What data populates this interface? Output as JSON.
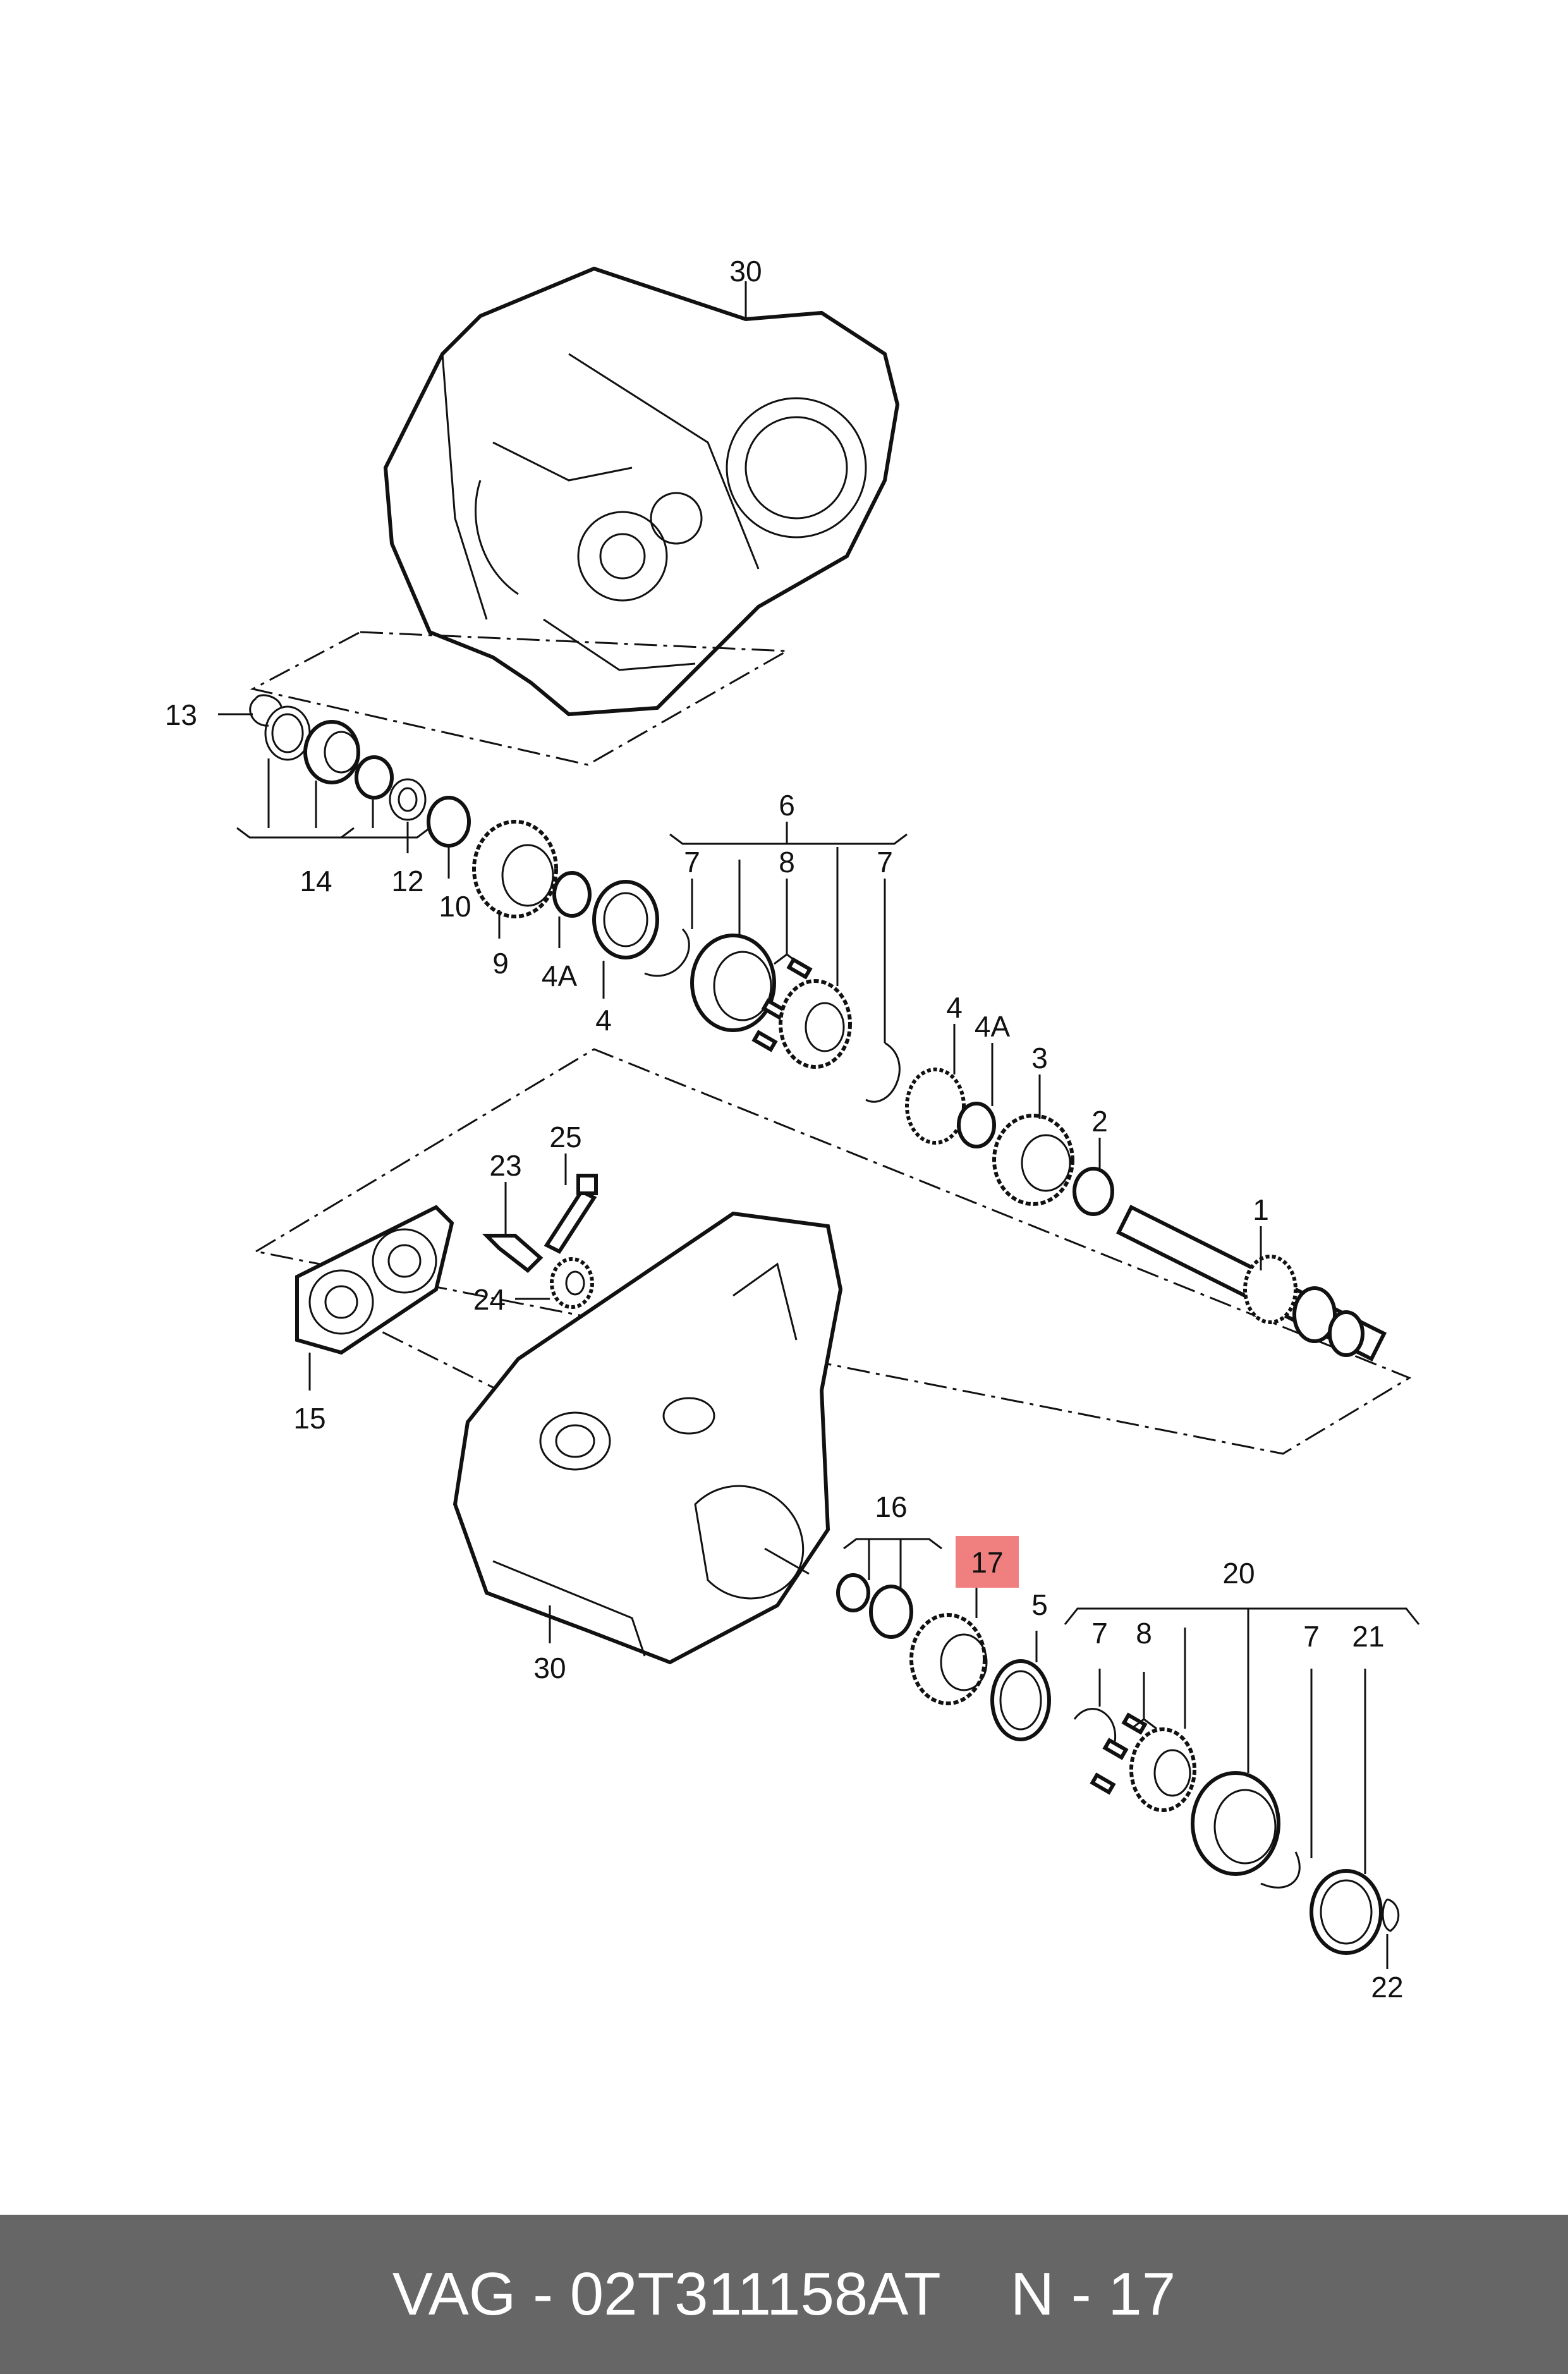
{
  "callouts": {
    "c30_top": "30",
    "c13": "13",
    "c14": "14",
    "c12": "12",
    "c10": "10",
    "c9": "9",
    "c6": "6",
    "c7_a": "7",
    "c8_a": "8",
    "c7_b": "7",
    "c4A_a": "4A",
    "c4_a": "4",
    "c4_b": "4",
    "c4A_b": "4A",
    "c3": "3",
    "c2": "2",
    "c1": "1",
    "c25": "25",
    "c23": "23",
    "c24": "24",
    "c15": "15",
    "c30_bottom": "30",
    "c16": "16",
    "c17": "17",
    "c5": "5",
    "c20": "20",
    "c7_c": "7",
    "c8_b": "8",
    "c7_d": "7",
    "c21": "21",
    "c22": "22"
  },
  "highlight": {
    "part": "17",
    "color": "#f08080"
  },
  "footer": {
    "part_ref": "VAG - 02T311158AT",
    "position_ref": "N - 17"
  },
  "colors": {
    "footer_bg": "#666666",
    "footer_text": "#ffffff",
    "line": "#111111"
  }
}
